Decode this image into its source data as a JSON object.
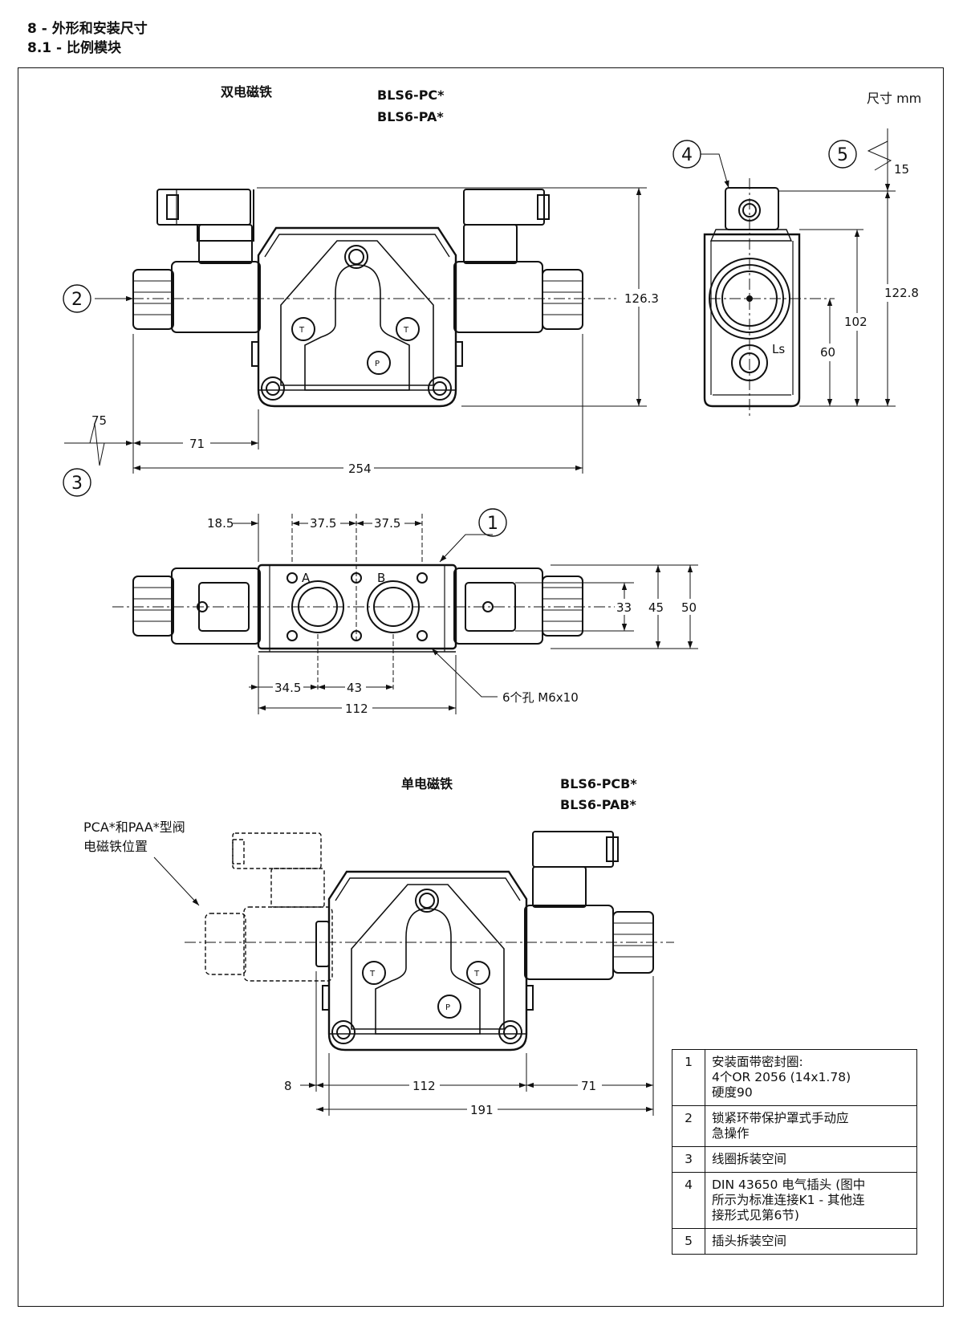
{
  "header": {
    "section": "8 - 外形和安装尺寸",
    "subsection": "8.1 - 比例模块"
  },
  "units_note": "尺寸 mm",
  "double_solenoid": {
    "title": "双电磁铁",
    "models": [
      "BLS6-PC*",
      "BLS6-PA*"
    ]
  },
  "single_solenoid": {
    "title": "单电磁铁",
    "models": [
      "BLS6-PCB*",
      "BLS6-PAB*"
    ],
    "note_line1": "PCA*和PAA*型阀",
    "note_line2": "电磁铁位置"
  },
  "callouts": [
    "1",
    "2",
    "3",
    "4",
    "5"
  ],
  "port_labels": {
    "T": "T",
    "P": "P",
    "A": "A",
    "B": "B",
    "Ls": "Ls"
  },
  "dimensions": {
    "front": {
      "height": "126.3",
      "coil_clearance": "75",
      "offset": "71",
      "length": "254"
    },
    "side": {
      "plug_clearance": "15",
      "height": "122.8",
      "d102": "102",
      "d60": "60"
    },
    "bottom": {
      "d18_5": "18.5",
      "d37_5a": "37.5",
      "d37_5b": "37.5",
      "d33": "33",
      "d45": "45",
      "d50": "50",
      "d34_5": "34.5",
      "d43": "43",
      "d112": "112",
      "holes": "6个孔 M6x10"
    },
    "single": {
      "d8": "8",
      "d112": "112",
      "d71": "71",
      "d191": "191"
    }
  },
  "legend": [
    {
      "num": "1",
      "line1": "安装面带密封圈:",
      "line2": "4个OR 2056 (14x1.78)",
      "line3": "硬度90"
    },
    {
      "num": "2",
      "line1": "锁紧环带保护罩式手动应",
      "line2": "急操作"
    },
    {
      "num": "3",
      "line1": "线圈拆装空间"
    },
    {
      "num": "4",
      "line1": "DIN 43650 电气插头   (图中",
      "line2": "所示为标准连接K1 - 其他连",
      "line3": "接形式见第6节)"
    },
    {
      "num": "5",
      "line1": "插头拆装空间"
    }
  ]
}
